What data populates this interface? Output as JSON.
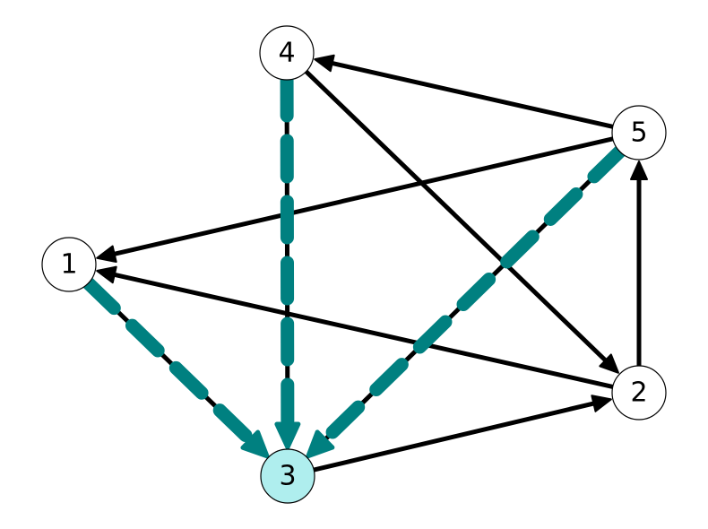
{
  "colors": {
    "edge": "#000000",
    "highlight_edge": "#008080",
    "node_fill": "#ffffff",
    "highlight_node_fill": "#afeeee",
    "node_stroke": "#000000"
  },
  "nodes": [
    {
      "id": "1",
      "label": "1",
      "highlighted": false
    },
    {
      "id": "2",
      "label": "2",
      "highlighted": false
    },
    {
      "id": "3",
      "label": "3",
      "highlighted": true
    },
    {
      "id": "4",
      "label": "4",
      "highlighted": false
    },
    {
      "id": "5",
      "label": "5",
      "highlighted": false
    }
  ],
  "edges": [
    {
      "from": "5",
      "to": "4",
      "highlighted": false
    },
    {
      "from": "5",
      "to": "1",
      "highlighted": false
    },
    {
      "from": "4",
      "to": "2",
      "highlighted": false
    },
    {
      "from": "2",
      "to": "5",
      "highlighted": false
    },
    {
      "from": "2",
      "to": "1",
      "highlighted": false
    },
    {
      "from": "3",
      "to": "2",
      "highlighted": false
    },
    {
      "from": "4",
      "to": "3",
      "highlighted": true
    },
    {
      "from": "1",
      "to": "3",
      "highlighted": true
    },
    {
      "from": "5",
      "to": "3",
      "highlighted": true
    }
  ]
}
